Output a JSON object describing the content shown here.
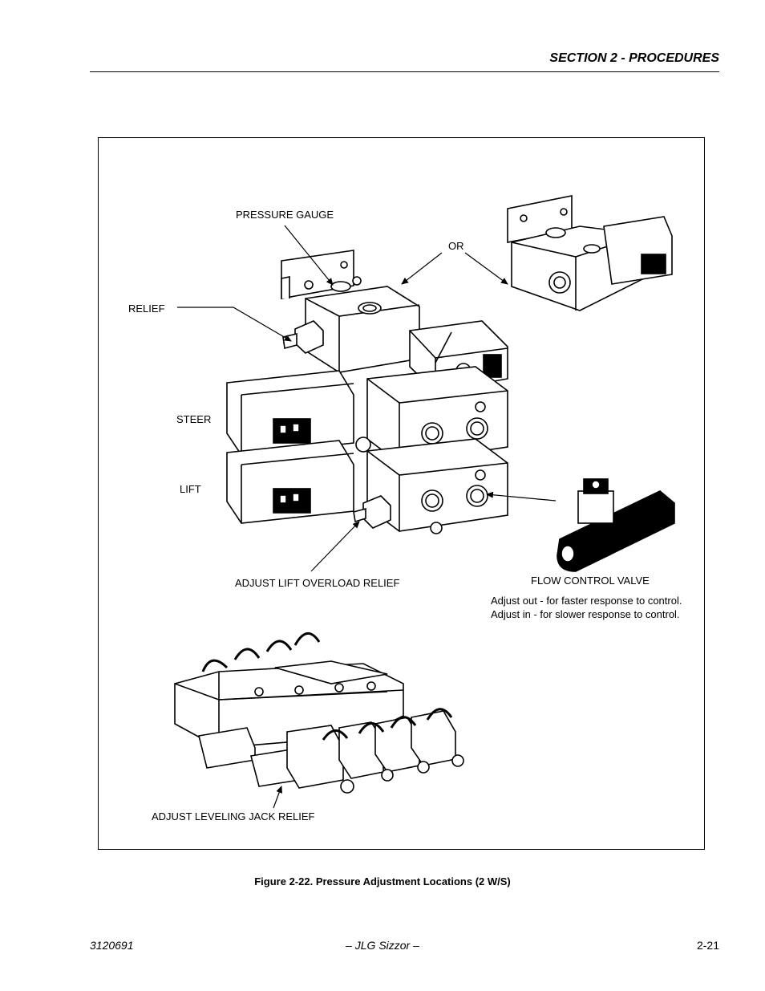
{
  "header": {
    "section": "SECTION 2 - PROCEDURES"
  },
  "figure": {
    "labels": {
      "pressure_gauge": "PRESSURE GAUGE",
      "or": "OR",
      "relief": "RELIEF",
      "steer": "STEER",
      "lift": "LIFT",
      "adjust_lift_overload": "ADJUST LIFT OVERLOAD RELIEF",
      "flow_control": "FLOW CONTROL VALVE",
      "adjust_leveling": "ADJUST LEVELING JACK RELIEF"
    },
    "notes": [
      "Adjust out - for faster response to control.",
      "Adjust in - for slower response to control."
    ],
    "caption": "Figure 2-22.  Pressure Adjustment Locations (2 W/S)"
  },
  "footer": {
    "doc_number": "3120691",
    "title": "– JLG Sizzor –",
    "page": "2-21"
  }
}
